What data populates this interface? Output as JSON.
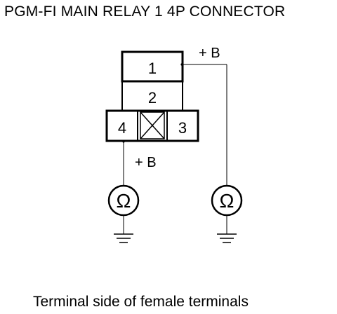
{
  "title": "PGM-FI MAIN RELAY 1 4P CONNECTOR",
  "caption": "Terminal side of female terminals",
  "connector": {
    "terminals": [
      {
        "id": "1",
        "label": "1"
      },
      {
        "id": "2",
        "label": "2"
      },
      {
        "id": "3",
        "label": "3"
      },
      {
        "id": "4",
        "label": "4"
      }
    ]
  },
  "probes": {
    "terminal1_label": "+ B",
    "terminal4_label": "+ B"
  },
  "meters": [
    {
      "id": "left",
      "symbol": "Ω"
    },
    {
      "id": "right",
      "symbol": "Ω"
    }
  ],
  "colors": {
    "line": "#000000",
    "background": "#ffffff"
  }
}
